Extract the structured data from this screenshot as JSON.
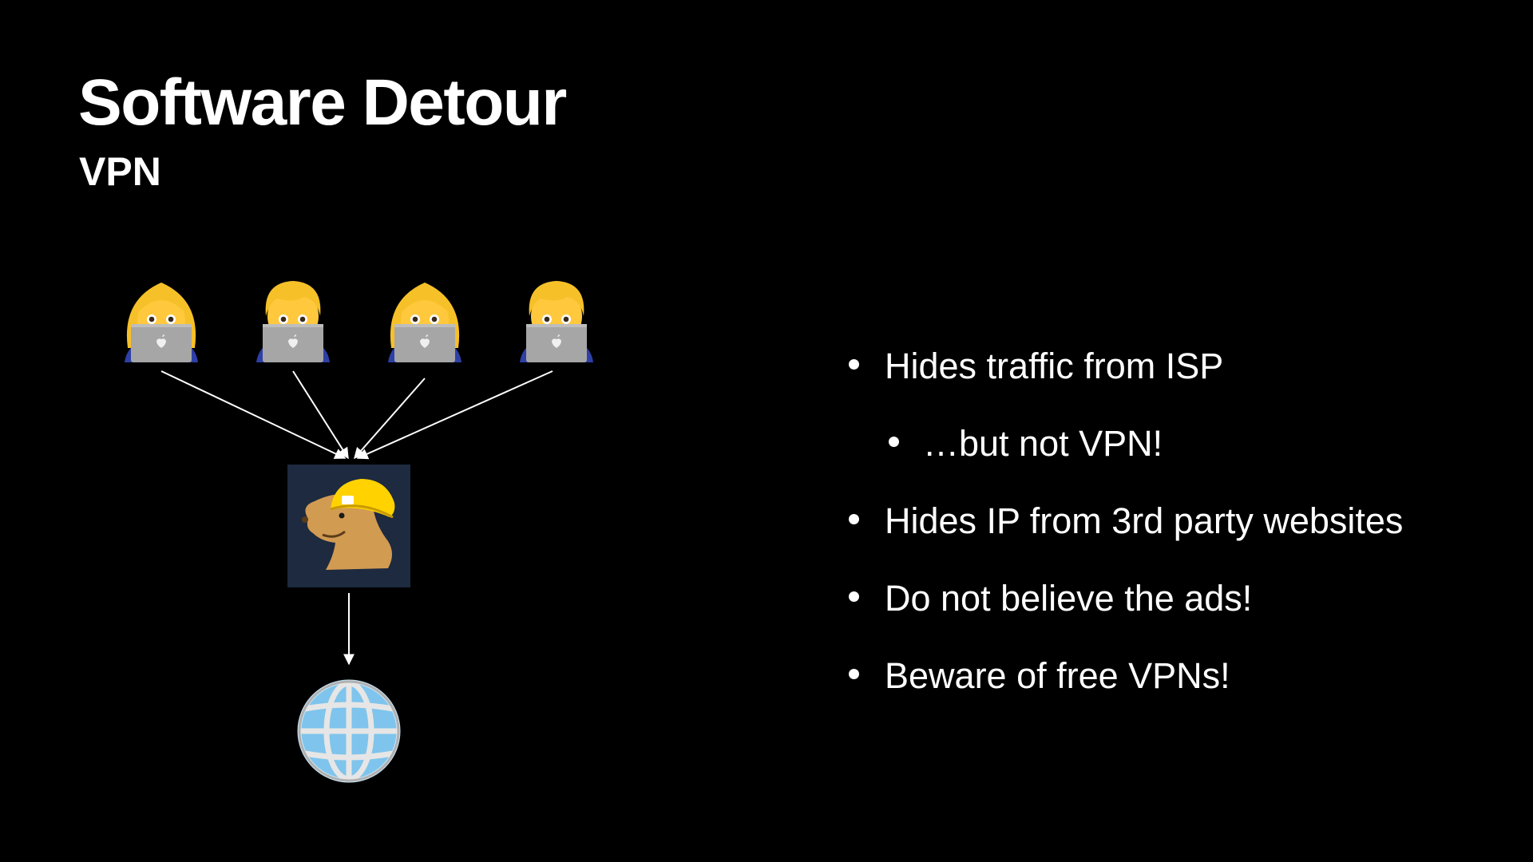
{
  "slide": {
    "title": "Software Detour",
    "subtitle": "VPN",
    "bullets": [
      {
        "text": "Hides traffic from ISP",
        "level": 1
      },
      {
        "text": "…but not VPN!",
        "level": 2
      },
      {
        "text": "Hides IP from 3rd party websites",
        "level": 1
      },
      {
        "text": "Do not believe the ads!",
        "level": 1
      },
      {
        "text": "Beware of free VPNs!",
        "level": 1
      }
    ]
  },
  "diagram": {
    "users": [
      {
        "icon": "woman-technologist-icon"
      },
      {
        "icon": "man-technologist-icon"
      },
      {
        "icon": "woman-technologist-icon"
      },
      {
        "icon": "man-technologist-icon"
      }
    ],
    "vpn": {
      "icon": "mullvad-mole-logo-icon"
    },
    "internet": {
      "icon": "globe-icon"
    }
  },
  "colors": {
    "background": "#000000",
    "text": "#ffffff",
    "arrow": "#ffffff",
    "hair_blonde": "#f6c029",
    "skin": "#ffc83d",
    "laptop": "#a6a6a6",
    "shirt": "#2e3fa6",
    "logo_bg": "#1d2a3f",
    "mole": "#d29b52",
    "helmet": "#ffd200",
    "globe": "#7fc4ec"
  }
}
